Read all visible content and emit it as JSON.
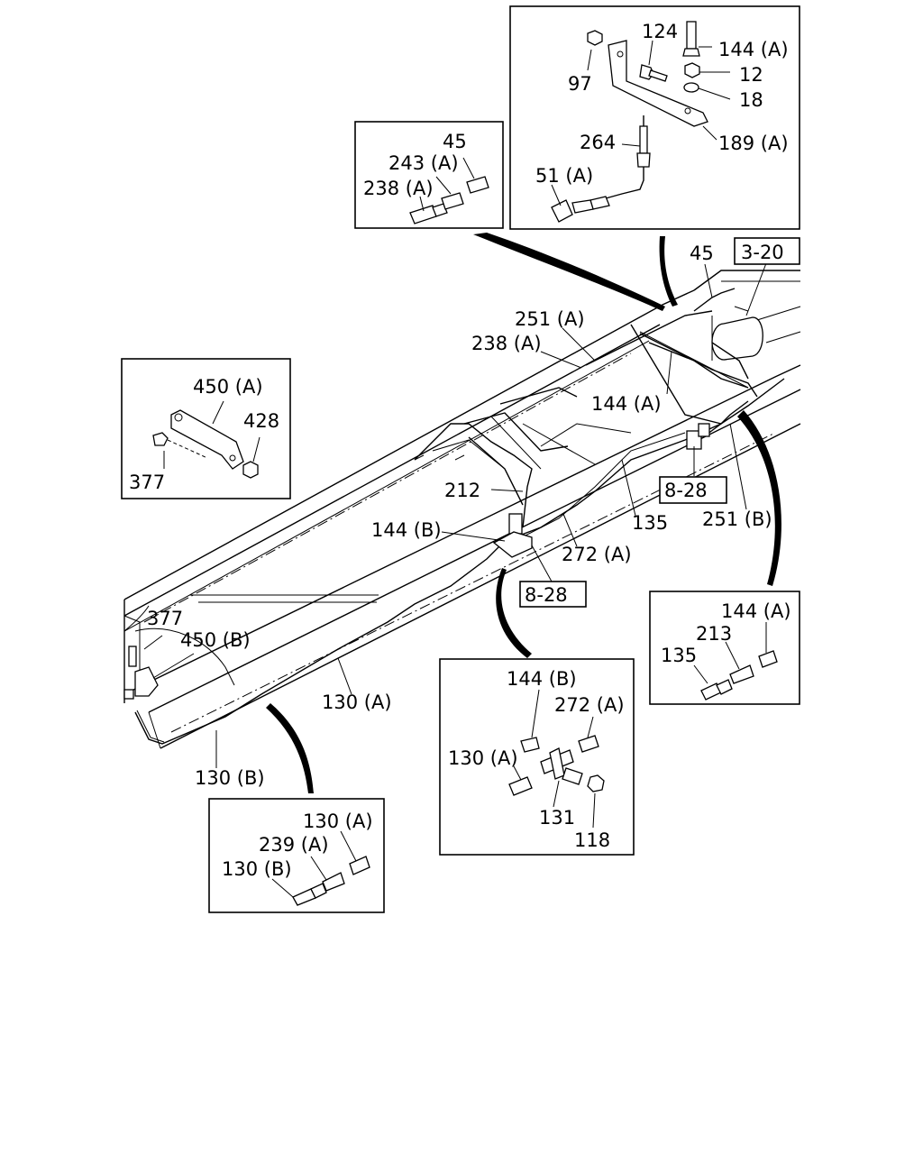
{
  "labels": {
    "b1_124": "124",
    "b1_144a": "144 (A)",
    "b1_97": "97",
    "b1_12": "12",
    "b1_18": "18",
    "b1_264": "264",
    "b1_189a": "189 (A)",
    "b1_51a": "51 (A)",
    "b2_45": "45",
    "b2_243a": "243 (A)",
    "b2_238a": "238 (A)",
    "b3_450a": "450 (A)",
    "b3_428": "428",
    "b3_377": "377",
    "m_45": "45",
    "m_3_20": "3-20",
    "m_251a": "251 (A)",
    "m_238a": "238 (A)",
    "m_144a": "144 (A)",
    "m_212": "212",
    "m_8_28_right": "8-28",
    "m_135": "135",
    "m_251b": "251 (B)",
    "m_144b": "144 (B)",
    "m_272a": "272 (A)",
    "m_8_28_center": "8-28",
    "m_377": "377",
    "m_450b": "450 (B)",
    "m_130a": "130 (A)",
    "m_130b": "130 (B)",
    "b4_144a": "144 (A)",
    "b4_213": "213",
    "b4_135": "135",
    "b5_144b": "144 (B)",
    "b5_272a": "272 (A)",
    "b5_130a": "130 (A)",
    "b5_131": "131",
    "b5_118": "118",
    "b6_130a": "130 (A)",
    "b6_239a": "239 (A)",
    "b6_130b": "130 (B)"
  }
}
